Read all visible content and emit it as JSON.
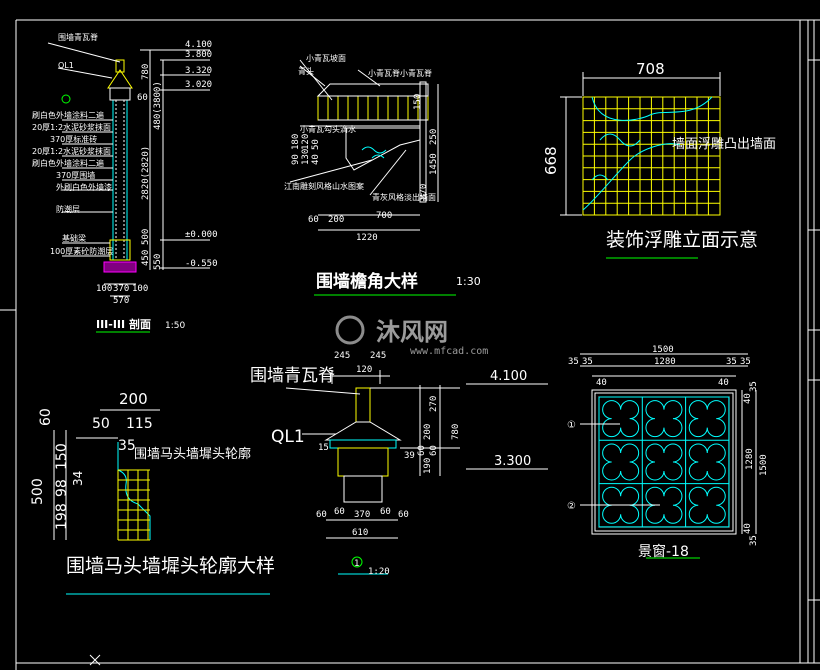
{
  "watermark": {
    "brand": "沐风网",
    "url": "www.mfcad.com"
  },
  "section": {
    "title": "III-III 剖面",
    "scale": "1:50",
    "labels": [
      "围墙青瓦脊",
      "QL1",
      "刷白色外墙涂料二遍",
      "20厚1:2水泥砂浆抹面",
      "370厚标准砖",
      "20厚1:2水泥砂浆抹面",
      "刷白色外墙涂料二遍",
      "370厚围墙",
      "外刷白色外墙漆",
      "防潮层",
      "基础梁",
      "100厚素砼防潮层"
    ],
    "elevations": [
      "4.100",
      "3.800",
      "3.320",
      "3.020",
      "±0.000",
      "-0.550"
    ],
    "dims": [
      "780",
      "480(3800)",
      "2820(2820)",
      "500",
      "450",
      "550",
      "100",
      "370",
      "100",
      "570",
      "60"
    ]
  },
  "eave": {
    "title": "围墙檐角大样",
    "scale": "1:30",
    "labels": [
      "小青瓦坡面",
      "青头",
      "小青瓦脊",
      "小青瓦脊",
      "小青瓦勾头滴水",
      "江南雕刻风格山水图案",
      "青灰风格淡出墙面"
    ],
    "dims": [
      "60",
      "200",
      "700",
      "1220",
      "250",
      "150",
      "1450",
      "870",
      "180",
      "90",
      "120",
      "130",
      "50",
      "40"
    ]
  },
  "relief": {
    "title": "装饰浮雕立面示意",
    "width": "708",
    "height": "668",
    "label": "墙面浮雕凸出墙面"
  },
  "ridge": {
    "title": "围墙青瓦脊",
    "ql": "QL1",
    "elevations": [
      "4.100",
      "3.300"
    ],
    "top_dims": [
      "245",
      "245",
      "120"
    ],
    "dims": [
      "270",
      "780",
      "200",
      "60",
      "190",
      "60",
      "15",
      "39",
      "60",
      "60",
      "370",
      "60",
      "60",
      "610"
    ],
    "detail_mark": "1",
    "detail_scale": "1:20"
  },
  "profile": {
    "title": "围墙马头墙墀头轮廓大样",
    "label": "围墙马头墙墀头轮廓",
    "dims": [
      "200",
      "50",
      "115",
      "60",
      "35",
      "150",
      "500",
      "98",
      "34",
      "198"
    ]
  },
  "window": {
    "title": "景窗-18",
    "top_dims": [
      "1500",
      "1280",
      "35",
      "35",
      "35",
      "35",
      "40",
      "40"
    ],
    "right_dims": [
      "35",
      "40",
      "1280",
      "1500",
      "40",
      "35"
    ],
    "callouts": [
      "①",
      "②"
    ]
  }
}
